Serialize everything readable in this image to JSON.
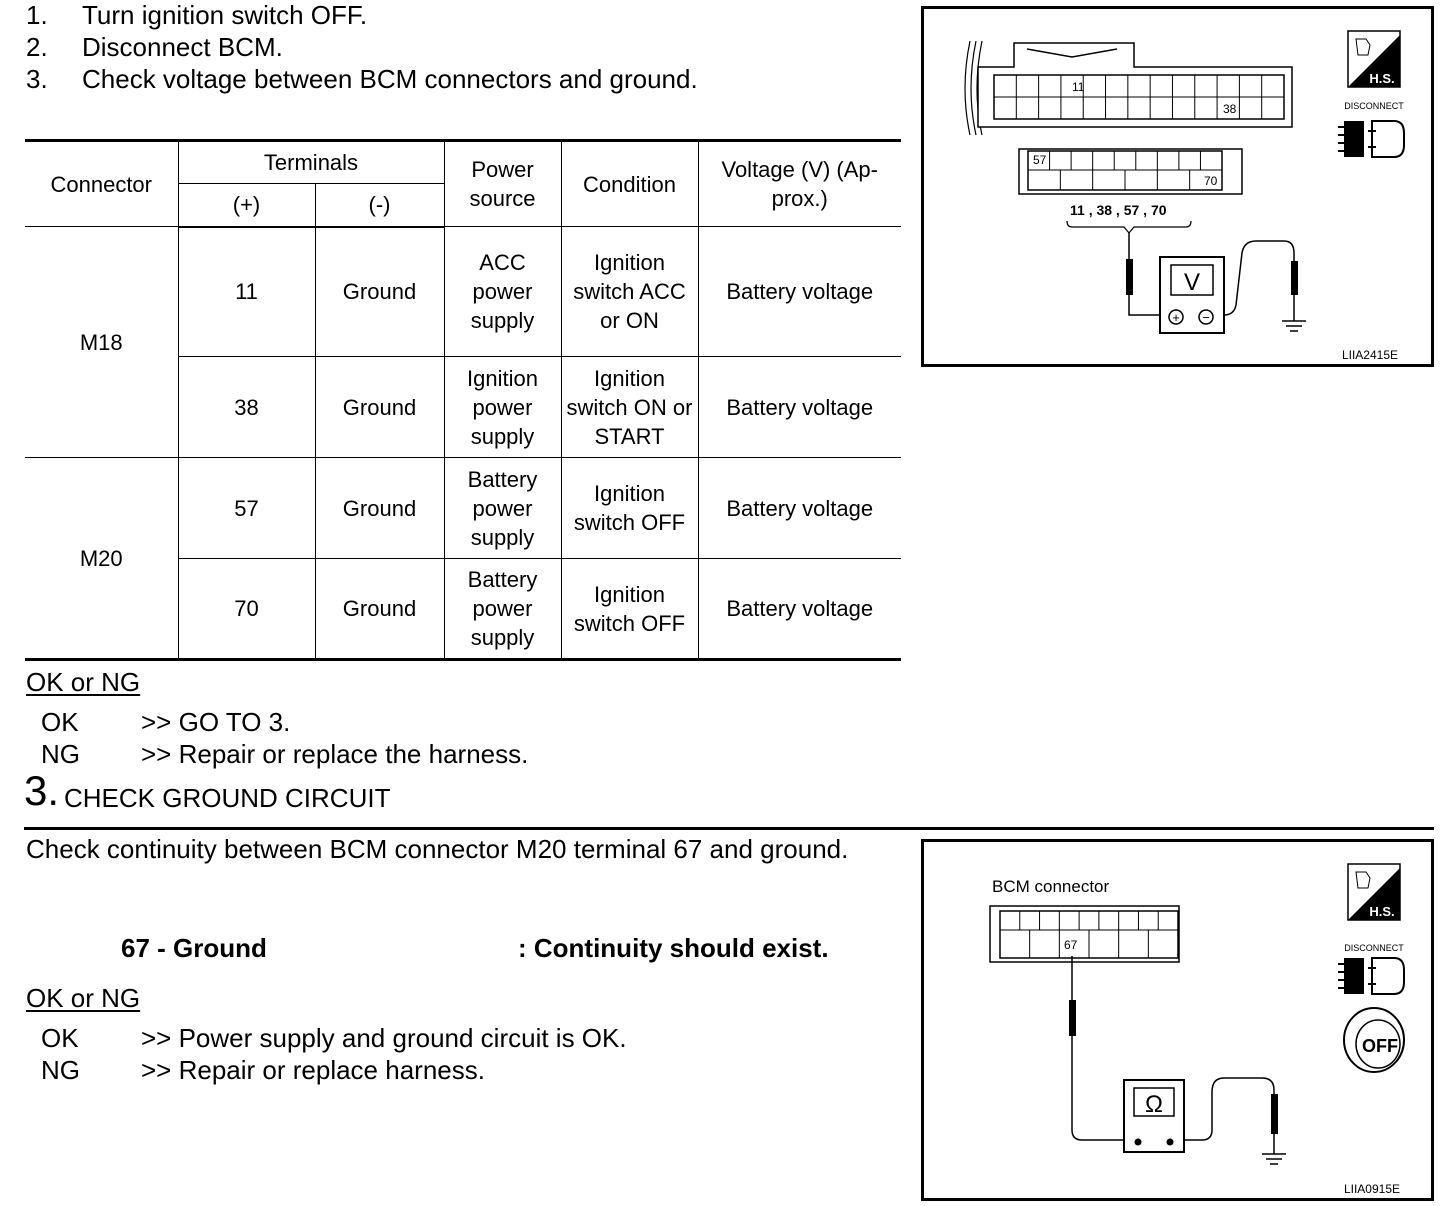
{
  "steps": [
    {
      "num": "1.",
      "text": "Turn ignition switch OFF."
    },
    {
      "num": "2.",
      "text": "Disconnect BCM."
    },
    {
      "num": "3.",
      "text": "Check voltage between BCM connectors and ground."
    }
  ],
  "table": {
    "headers": {
      "connector": "Connector",
      "terminals": "Terminals",
      "plus": "(+)",
      "minus": "(-)",
      "power_source": "Power source",
      "condition": "Condition",
      "voltage": "Voltage (V) (Ap-prox.)"
    },
    "groups": [
      {
        "connector": "M18",
        "rows": [
          {
            "plus": "11",
            "minus": "Ground",
            "power": "ACC power supply",
            "condition": "Ignition switch ACC or ON",
            "voltage": "Battery voltage"
          },
          {
            "plus": "38",
            "minus": "Ground",
            "power": "Ignition power supply",
            "condition": "Ignition switch ON or START",
            "voltage": "Battery voltage"
          }
        ]
      },
      {
        "connector": "M20",
        "rows": [
          {
            "plus": "57",
            "minus": "Ground",
            "power": "Battery power supply",
            "condition": "Ignition switch OFF",
            "voltage": "Battery voltage"
          },
          {
            "plus": "70",
            "minus": "Ground",
            "power": "Battery power supply",
            "condition": "Ignition switch OFF",
            "voltage": "Battery voltage"
          }
        ]
      }
    ]
  },
  "result1": {
    "heading": "OK or NG",
    "ok_label": "OK",
    "ok_text": ">> GO TO 3.",
    "ng_label": "NG",
    "ng_text": ">> Repair or replace the harness."
  },
  "section3": {
    "number": "3.",
    "title": "CHECK GROUND CIRCUIT",
    "instruction": "Check continuity between BCM connector M20 terminal 67 and ground.",
    "spec_left": "67 - Ground",
    "spec_right": ": Continuity should exist."
  },
  "result2": {
    "heading": "OK or NG",
    "ok_label": "OK",
    "ok_text": ">> Power supply and ground circuit is OK.",
    "ng_label": "NG",
    "ng_text": ">> Repair or replace harness."
  },
  "figure1": {
    "pin_top_left": "11",
    "pin_top_right": "38",
    "pin_bottom_left": "57",
    "pin_bottom_right": "70",
    "terminals_label": "11 , 38 , 57 , 70",
    "meter_symbol": "V",
    "hs_badge": "H.S.",
    "disconnect_label": "DISCONNECT",
    "code": "LIIA2415E"
  },
  "figure2": {
    "connector_label": "BCM connector",
    "pin_label": "67",
    "meter_symbol": "Ω",
    "hs_badge": "H.S.",
    "disconnect_label": "DISCONNECT",
    "off_label": "OFF",
    "code": "LIIA0915E"
  }
}
